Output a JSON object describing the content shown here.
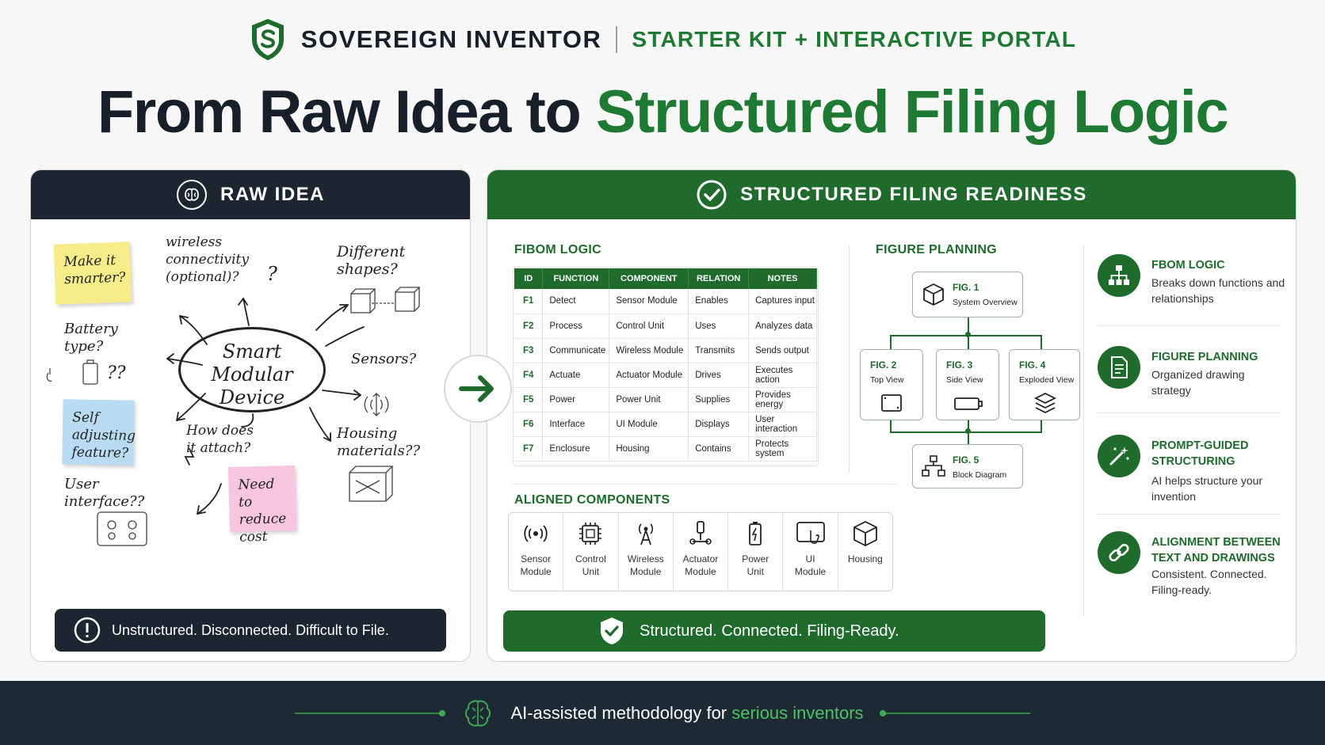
{
  "brand": {
    "name": "SOVEREIGN INVENTOR",
    "tagline": "STARTER KIT + INTERACTIVE PORTAL",
    "colors": {
      "dark": "#17202a",
      "green": "#1e6b2c",
      "accent": "#1e7a33"
    }
  },
  "headline": {
    "part1": "From Raw Idea to ",
    "part2": "Structured Filing Logic"
  },
  "raw_idea": {
    "title": "RAW IDEA",
    "center": "Smart Modular Device",
    "sticky_notes": [
      "Make it smarter?",
      "Self adjusting feature?",
      "Need to reduce cost"
    ],
    "scribbles": {
      "wireless": "wireless connectivity (optional)?",
      "question": "?",
      "shapes": "Different shapes?",
      "battery": "Battery type?",
      "battery_q": "??",
      "sensors": "Sensors?",
      "attach": "How does it attach?",
      "housing": "Housing materials??",
      "ui": "User interface??"
    },
    "footer": "Unstructured. Disconnected. Difficult to File."
  },
  "structured": {
    "title": "STRUCTURED FILING READINESS",
    "fibom": {
      "title": "FIBOM LOGIC",
      "headers": [
        "ID",
        "FUNCTION",
        "COMPONENT",
        "RELATION",
        "NOTES"
      ],
      "rows": [
        [
          "F1",
          "Detect",
          "Sensor Module",
          "Enables",
          "Captures input"
        ],
        [
          "F2",
          "Process",
          "Control Unit",
          "Uses",
          "Analyzes data"
        ],
        [
          "F3",
          "Communicate",
          "Wireless Module",
          "Transmits",
          "Sends output"
        ],
        [
          "F4",
          "Actuate",
          "Actuator Module",
          "Drives",
          "Executes action"
        ],
        [
          "F5",
          "Power",
          "Power Unit",
          "Supplies",
          "Provides energy"
        ],
        [
          "F6",
          "Interface",
          "UI Module",
          "Displays",
          "User interaction"
        ],
        [
          "F7",
          "Enclosure",
          "Housing",
          "Contains",
          "Protects system"
        ]
      ]
    },
    "figure_planning": {
      "title": "FIGURE PLANNING",
      "figs": [
        {
          "label": "FIG. 1",
          "caption": "System Overview",
          "icon": "cube-icon"
        },
        {
          "label": "FIG. 2",
          "caption": "Top View",
          "icon": "square-icon"
        },
        {
          "label": "FIG. 3",
          "caption": "Side View",
          "icon": "box-side-icon"
        },
        {
          "label": "FIG. 4",
          "caption": "Exploded View",
          "icon": "layers-icon"
        },
        {
          "label": "FIG. 5",
          "caption": "Block Diagram",
          "icon": "hierarchy-icon"
        }
      ]
    },
    "aligned": {
      "title": "ALIGNED COMPONENTS",
      "items": [
        {
          "line1": "Sensor",
          "line2": "Module",
          "icon": "sensor-icon"
        },
        {
          "line1": "Control",
          "line2": "Unit",
          "icon": "chip-icon"
        },
        {
          "line1": "Wireless",
          "line2": "Module",
          "icon": "antenna-icon"
        },
        {
          "line1": "Actuator",
          "line2": "Module",
          "icon": "actuator-icon"
        },
        {
          "line1": "Power",
          "line2": "Unit",
          "icon": "battery-icon"
        },
        {
          "line1": "UI",
          "line2": "Module",
          "icon": "touchscreen-icon"
        },
        {
          "line1": "Housing",
          "line2": "",
          "icon": "box-icon"
        }
      ]
    },
    "features": [
      {
        "title": "FBOM LOGIC",
        "desc": "Breaks down functions and relationships",
        "icon": "org-chart-icon"
      },
      {
        "title": "FIGURE PLANNING",
        "desc": "Organized drawing strategy",
        "icon": "document-icon"
      },
      {
        "title": "PROMPT-GUIDED STRUCTURING",
        "desc": "AI helps structure your invention",
        "icon": "magic-wand-icon"
      },
      {
        "title": "ALIGNMENT BETWEEN TEXT AND DRAWINGS",
        "desc": "Consistent. Connected. Filing-ready.",
        "icon": "link-icon"
      }
    ],
    "footer": "Structured. Connected. Filing-Ready."
  },
  "footer": {
    "text": "AI-assisted methodology for ",
    "accent": "serious inventors"
  }
}
